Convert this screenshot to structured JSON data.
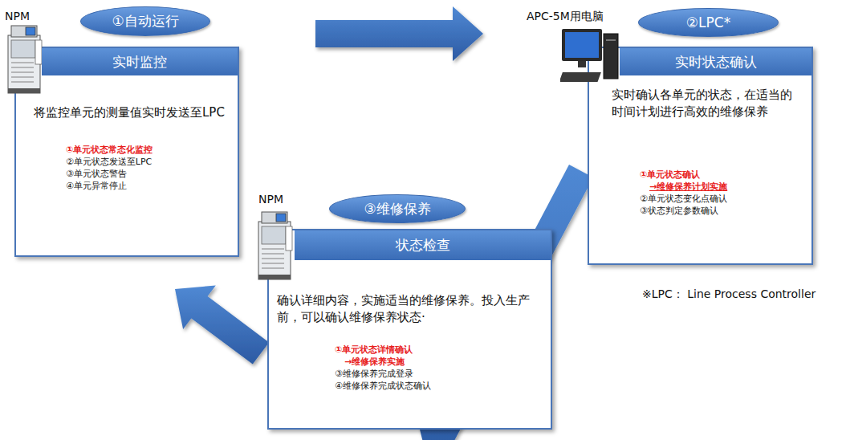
{
  "diagram": {
    "nodes": [
      {
        "text": [
          "①自动运行"
        ]
      },
      {
        "text": [
          "实时监控",
          "将监控单元的测量值实时发送至LPC",
          "①单元状态常态化监控",
          "②单元状态发送至LPC",
          "③单元状态警告",
          "④单元异常停止"
        ]
      },
      {
        "text": [
          "②LPC*"
        ]
      },
      {
        "text": [
          "实时状态确认",
          "实时确认各单元的状态，在适当的时间计划进行高效的维修保养",
          "①单元状态确认",
          "→维修保养计划实施",
          "②单元状态变化点确认",
          "③状态判定参数确认"
        ]
      },
      {
        "text": [
          "③维修保养"
        ]
      },
      {
        "text": [
          "状态检查",
          "确认详细内容，实施适当的维修保养。投入生产前，可以确认维修保养状态·",
          "①单元状态详情确认",
          "→维修保养实施",
          "③维修保养完成登录",
          "④维修保养完成状态确认"
        ]
      }
    ],
    "edges": [
      {
        "from": 1,
        "to": 3,
        "arrow": "to"
      },
      {
        "from": 3,
        "to": 5,
        "arrow": "to"
      },
      {
        "from": 5,
        "to": 1,
        "arrow": "to"
      }
    ],
    "labels": [
      "NPM",
      "APC-5M用电脑",
      "NPM",
      "※LPC： Line Process Controller"
    ]
  }
}
